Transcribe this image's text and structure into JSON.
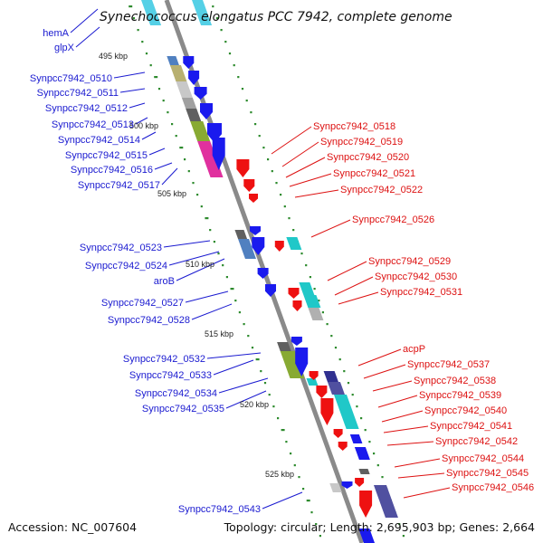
{
  "title": "Synechococcus elongatus PCC 7942, complete genome",
  "footer": {
    "accession": "Accession: NC_007604",
    "summary": "Topology: circular; Length: 2,695,903 bp; Genes: 2,664"
  },
  "colors": {
    "left_label": "#1a1ad0",
    "right_label": "#dd1111",
    "backbone": "#8a8a8a",
    "tick": "#2e8b2e"
  },
  "kbp_marks": [
    "495 kbp",
    "500 kbp",
    "505 kbp",
    "510 kbp",
    "515 kbp",
    "520 kbp",
    "525 kbp"
  ],
  "left_genes": [
    "hemA",
    "glpX",
    "Synpcc7942_0510",
    "Synpcc7942_0511",
    "Synpcc7942_0512",
    "Synpcc7942_0513",
    "Synpcc7942_0514",
    "Synpcc7942_0515",
    "Synpcc7942_0516",
    "Synpcc7942_0517",
    "Synpcc7942_0523",
    "Synpcc7942_0524",
    "aroB",
    "Synpcc7942_0527",
    "Synpcc7942_0528",
    "Synpcc7942_0532",
    "Synpcc7942_0533",
    "Synpcc7942_0534",
    "Synpcc7942_0535",
    "Synpcc7942_0543"
  ],
  "right_genes": [
    "Synpcc7942_0518",
    "Synpcc7942_0519",
    "Synpcc7942_0520",
    "Synpcc7942_0521",
    "Synpcc7942_0522",
    "Synpcc7942_0526",
    "Synpcc7942_0529",
    "Synpcc7942_0530",
    "Synpcc7942_0531",
    "acpP",
    "Synpcc7942_0537",
    "Synpcc7942_0538",
    "Synpcc7942_0539",
    "Synpcc7942_0540",
    "Synpcc7942_0541",
    "Synpcc7942_0542",
    "Synpcc7942_0544",
    "Synpcc7942_0545",
    "Synpcc7942_0546"
  ]
}
